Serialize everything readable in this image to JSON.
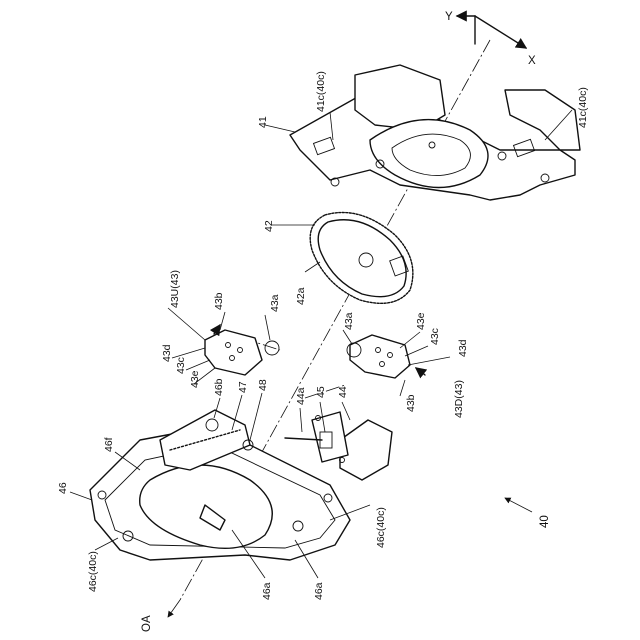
{
  "axes": {
    "y_label": "Y",
    "x_label": "X",
    "optical_axis_label": "OA"
  },
  "assembly": {
    "number": "40"
  },
  "labels": {
    "l41": "41",
    "l41c_a": "41c(40c)",
    "l41c_b": "41c(40c)",
    "l42": "42",
    "l42a": "42a",
    "l43U": "43U(43)",
    "l43b_u": "43b",
    "l43a_u": "43a",
    "l43d_u": "43d",
    "l43c_u": "43c",
    "l43e_u": "43e",
    "l43a_d": "43a",
    "l43e_d": "43e",
    "l43c_d": "43c",
    "l43d_d": "43d",
    "l43D": "43D(43)",
    "l43b_d": "43b",
    "l44a": "44a",
    "l45": "45",
    "l44": "44",
    "l46": "46",
    "l46f": "46f",
    "l46b": "46b",
    "l47": "47",
    "l48": "48",
    "l46c_a": "46c(40c)",
    "l46c_b": "46c(40c)",
    "l46a_a": "46a",
    "l46a_b": "46a"
  }
}
